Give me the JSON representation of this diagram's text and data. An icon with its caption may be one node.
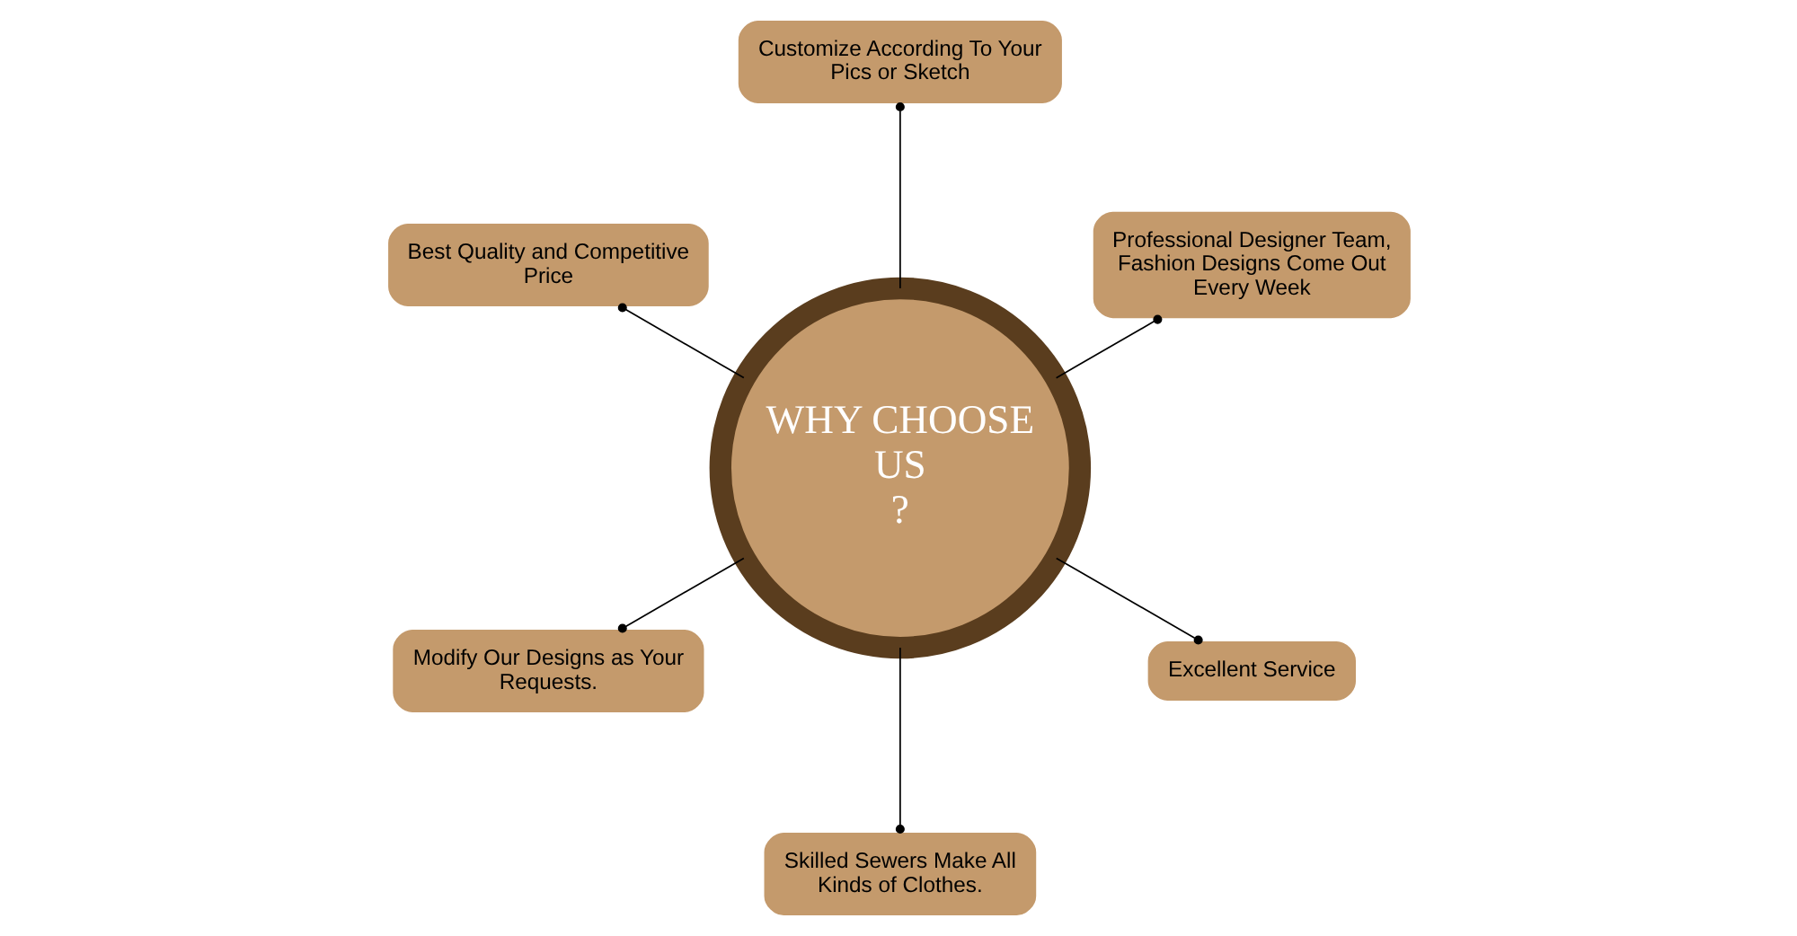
{
  "diagram": {
    "nodes": [
      {
        "text": [
          "WHY CHOOSE US",
          "?"
        ]
      },
      {
        "text": [
          "Professional Designer Team, Fashion Designs Come Out Every Week"
        ]
      },
      {
        "text": [
          "Customize According To Your Pics or Sketch"
        ]
      },
      {
        "text": [
          "Best Quality and Competitive Price"
        ]
      },
      {
        "text": [
          "Modify Our Designs as Your Requests."
        ]
      },
      {
        "text": [
          "Skilled Sewers Make All Kinds of Clothes."
        ]
      },
      {
        "text": [
          "Excellent Service"
        ]
      }
    ],
    "edges": [
      {
        "from": 1,
        "to": 0,
        "arrow": "other"
      },
      {
        "from": 2,
        "to": 0,
        "arrow": "other"
      },
      {
        "from": 3,
        "to": 0,
        "arrow": "other"
      },
      {
        "from": 4,
        "to": 0,
        "arrow": "other"
      },
      {
        "from": 5,
        "to": 0,
        "arrow": "other"
      },
      {
        "from": 6,
        "to": 0,
        "arrow": "other"
      }
    ]
  }
}
